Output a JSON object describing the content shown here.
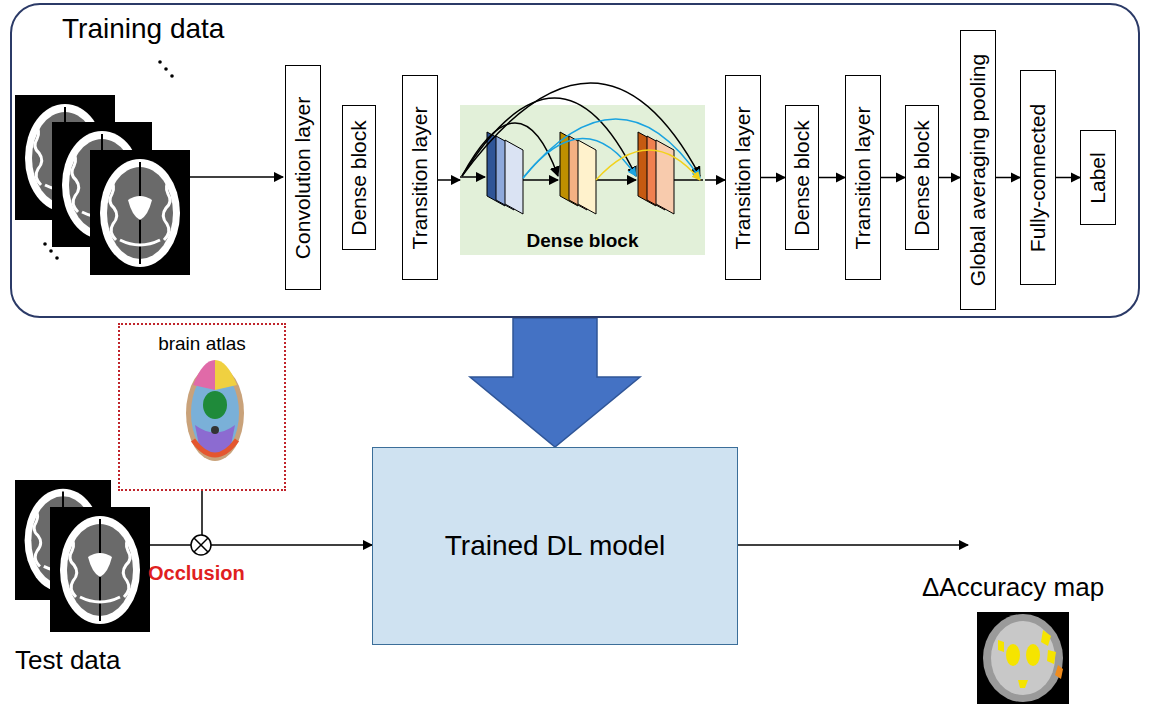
{
  "diagram": {
    "nodes": [
      {
        "text": [
          "Training data"
        ]
      },
      {
        "text": [
          "Convolution layer"
        ],
        "in": 0
      },
      {
        "text": [
          "Dense block"
        ],
        "in": 0
      },
      {
        "text": [
          "Transition layer"
        ],
        "in": 0
      },
      {
        "text": [
          "Dense block"
        ],
        "in": 0
      },
      {
        "text": [
          "Transition layer"
        ],
        "in": 0
      },
      {
        "text": [
          "Dense block"
        ],
        "in": 0
      },
      {
        "text": [
          "Transition layer"
        ],
        "in": 0
      },
      {
        "text": [
          "Dense block"
        ],
        "in": 0
      },
      {
        "text": [
          "Global averaging pooling"
        ],
        "in": 0
      },
      {
        "text": [
          "Fully-connected"
        ],
        "in": 0
      },
      {
        "text": [
          "Label"
        ],
        "in": 0
      },
      {
        "text": [
          "brain atlas"
        ]
      },
      {
        "text": [
          "Trained DL model"
        ]
      }
    ],
    "edges": [
      {
        "from": 3,
        "to": 4,
        "arrow": "to"
      },
      {
        "from": 4,
        "to": 5,
        "arrow": "to"
      },
      {
        "from": 5,
        "to": 6,
        "arrow": "to"
      },
      {
        "from": 6,
        "to": 7,
        "arrow": "to"
      },
      {
        "from": 7,
        "to": 8,
        "arrow": "to"
      },
      {
        "from": 8,
        "to": 9,
        "arrow": "to"
      },
      {
        "from": 9,
        "to": 10,
        "arrow": "to"
      },
      {
        "from": 10,
        "to": 11,
        "arrow": "to"
      },
      {
        "from": 0,
        "to": 13,
        "arrow": "to"
      },
      {
        "from": 12,
        "to": 13,
        "arrow": "to"
      }
    ],
    "labels": [
      "Test data",
      "Occlusion",
      "ΔAccuracy map"
    ]
  }
}
